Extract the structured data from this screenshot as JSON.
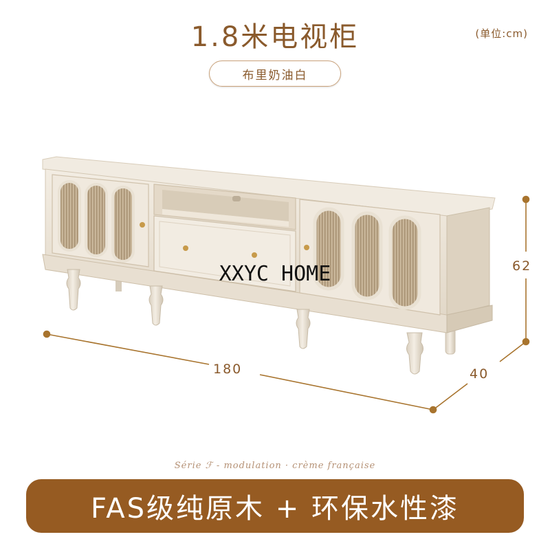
{
  "header": {
    "title": "1.8米电视柜",
    "unit": "(单位:cm)",
    "finish": "布里奶油白"
  },
  "dimensions": {
    "width": "180",
    "height": "62",
    "depth": "40"
  },
  "watermark": "XXYC HOME",
  "tagline": "Série ℱ - modulation · crème française",
  "banner": "FAS级纯原木 + 环保水性漆",
  "colors": {
    "brand_brown": "#965b22",
    "text_brown": "#8a5a2c",
    "cabinet_cream": "#ede5d8",
    "gold_dot": "#a8742e"
  }
}
